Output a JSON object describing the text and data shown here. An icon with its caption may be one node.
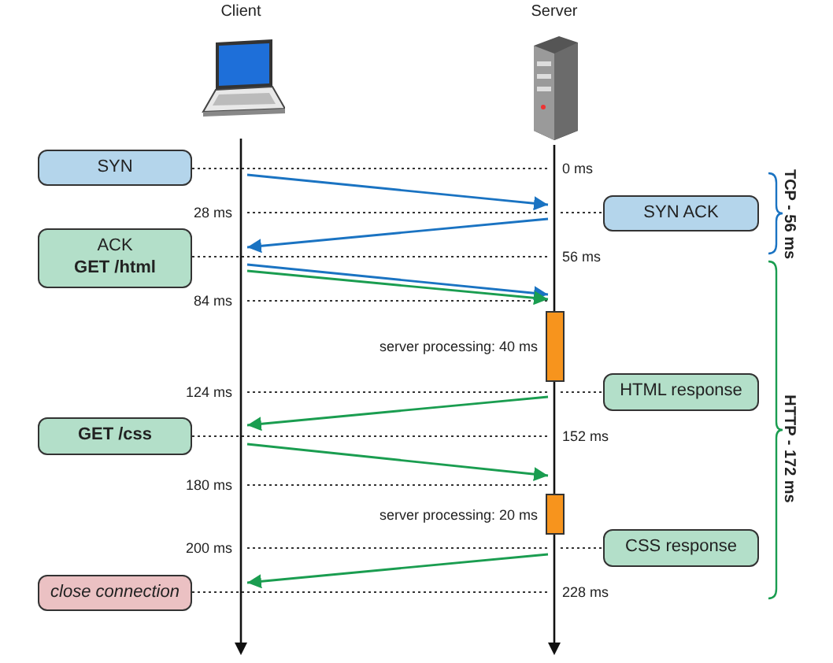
{
  "diagram": {
    "nodes": [
      {
        "text": [
          "Client"
        ]
      },
      {
        "text": [
          "Server"
        ]
      },
      {
        "text": [
          "SYN"
        ]
      },
      {
        "text": [
          "SYN ACK"
        ]
      },
      {
        "text": [
          "ACK",
          "GET /html"
        ]
      },
      {
        "text": [
          "HTML response"
        ]
      },
      {
        "text": [
          "GET /css"
        ]
      },
      {
        "text": [
          "CSS response"
        ]
      },
      {
        "text": [
          "close connection"
        ]
      },
      {
        "text": [],
        "shape": "line"
      },
      {
        "text": [],
        "shape": "line"
      }
    ],
    "edges": [
      {
        "from": 9,
        "to": 10,
        "arrow": "to",
        "color": "#1a73c2"
      },
      {
        "from": 10,
        "to": 9,
        "arrow": "to",
        "color": "#1a73c2"
      },
      {
        "from": 9,
        "to": 10,
        "arrow": "to",
        "color": "#1a73c2"
      },
      {
        "from": 9,
        "to": 10,
        "arrow": "to"
      },
      {
        "from": 10,
        "to": 9,
        "arrow": "to"
      },
      {
        "from": 9,
        "to": 10,
        "arrow": "to"
      },
      {
        "from": 10,
        "to": 9,
        "arrow": "to"
      }
    ],
    "labels": [
      "0 ms",
      "TCP - 56 ms",
      "28 ms",
      "56 ms",
      "84 ms",
      "server processing: 40 ms",
      "HTTP - 172 ms",
      "124 ms",
      "152 ms",
      "180 ms",
      "server processing: 20 ms",
      "200 ms",
      "228 ms"
    ]
  }
}
